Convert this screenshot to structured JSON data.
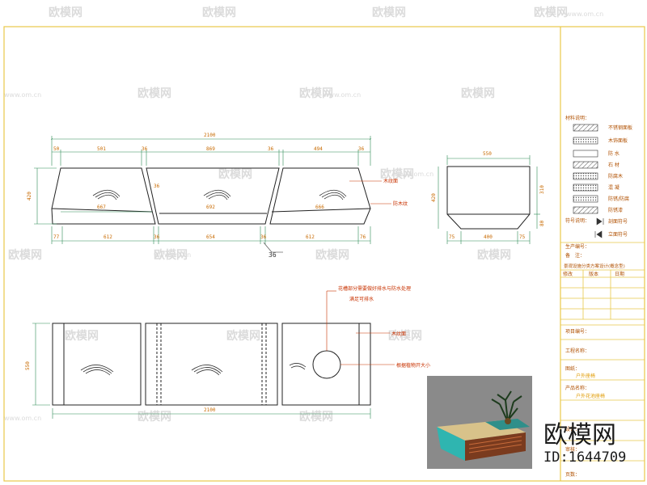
{
  "watermark": {
    "text": "欧模网",
    "url": "www.om.cn"
  },
  "brand": {
    "name": "欧模网",
    "id": "ID:1644709"
  },
  "front_view": {
    "overall": "2100",
    "top_dims": [
      "50",
      "501",
      "36",
      "869",
      "36",
      "494",
      "36"
    ],
    "bottom_dims": [
      "77",
      "612",
      "36",
      "654",
      "36",
      "612",
      "76"
    ],
    "inner_dims": [
      "667",
      "692",
      "666"
    ],
    "height": "420",
    "gap": "36",
    "small": "36",
    "label_wood": "木纹面",
    "label_base": "防木纹"
  },
  "side_view": {
    "width": "550",
    "bottom_dims": [
      "75",
      "400",
      "75"
    ],
    "height": "420",
    "right_dims": [
      "310",
      "80"
    ]
  },
  "plan_view": {
    "overall": "2100",
    "depth": "550",
    "note_line1": "花槽部分需要做好排水与防水处理",
    "note_line2": "满足可排水",
    "label_wood": "木纹面",
    "label_hole": "根据植物开大小"
  },
  "title_block": {
    "legend_title": "材料说明：",
    "materials": [
      "不锈钢面板",
      "木饰面板",
      "防 水",
      "石 材",
      "防腐木",
      "混 凝",
      "防锈/防腐",
      "防锈漆"
    ],
    "symbol_title": "符号说明：",
    "symbols": [
      "剖面符号",
      "立面符号"
    ],
    "notes_title": "生产编号：",
    "notes_label": "备　注：",
    "company": "景观设施分类方案设计(概念型)",
    "rev_headers": [
      "修改",
      "版本",
      "日期"
    ],
    "project_no_label": "项目编号：",
    "project_name_label": "工程名称：",
    "drawing_label": "图纸：",
    "drawing_value": "户外座椅",
    "product_label": "产品名称：",
    "product_value": "户外花池座椅",
    "design_label": "设计：",
    "check_label": "审核：",
    "page_label": "页数："
  }
}
